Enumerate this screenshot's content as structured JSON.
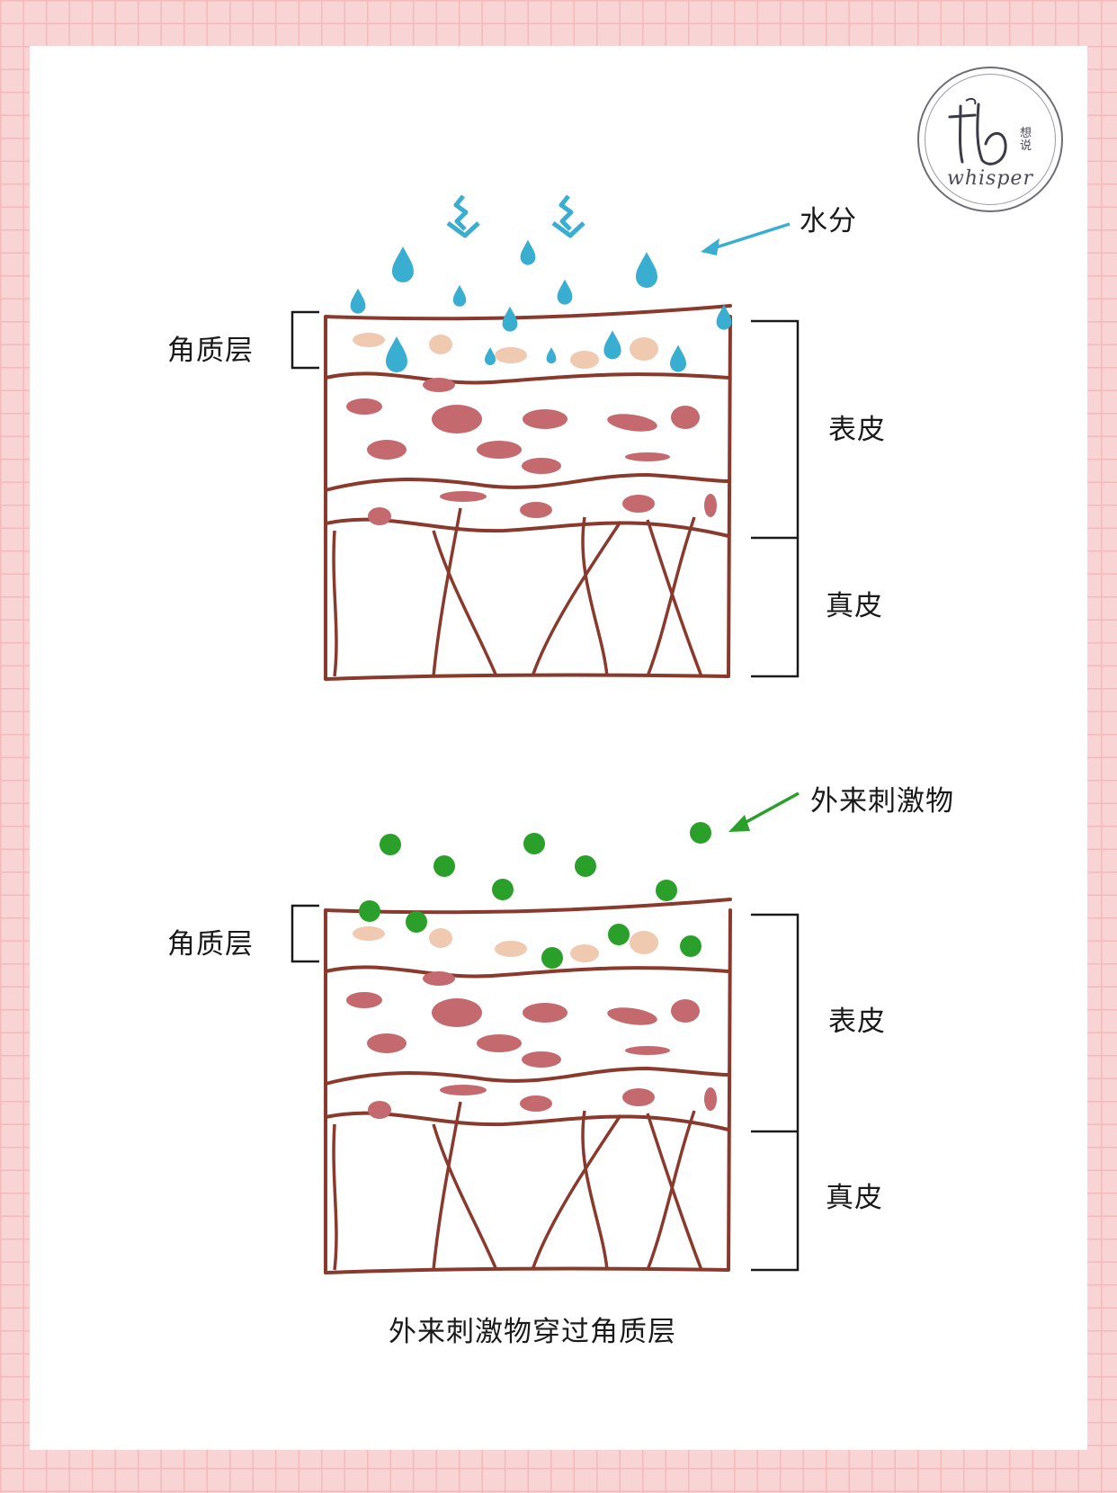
{
  "colors": {
    "page_background": "#f9d4d4",
    "card_background": "#ffffff",
    "skin_outline": "#8a3a2c",
    "cell": "#c46a6e",
    "keratin": "#efc9b0",
    "water": "#3aaed0",
    "irritant": "#2aa02a",
    "label_text": "#1a1a1a"
  },
  "logo": {
    "word": "whisper",
    "seal_text": "想说"
  },
  "top_diagram": {
    "annotation": "水分",
    "labels": {
      "stratum_corneum": "角质层",
      "epidermis": "表皮",
      "dermis": "真皮"
    }
  },
  "bottom_diagram": {
    "annotation": "外来刺激物",
    "labels": {
      "stratum_corneum": "角质层",
      "epidermis": "表皮",
      "dermis": "真皮"
    },
    "caption": "外来刺激物穿过角质层"
  }
}
